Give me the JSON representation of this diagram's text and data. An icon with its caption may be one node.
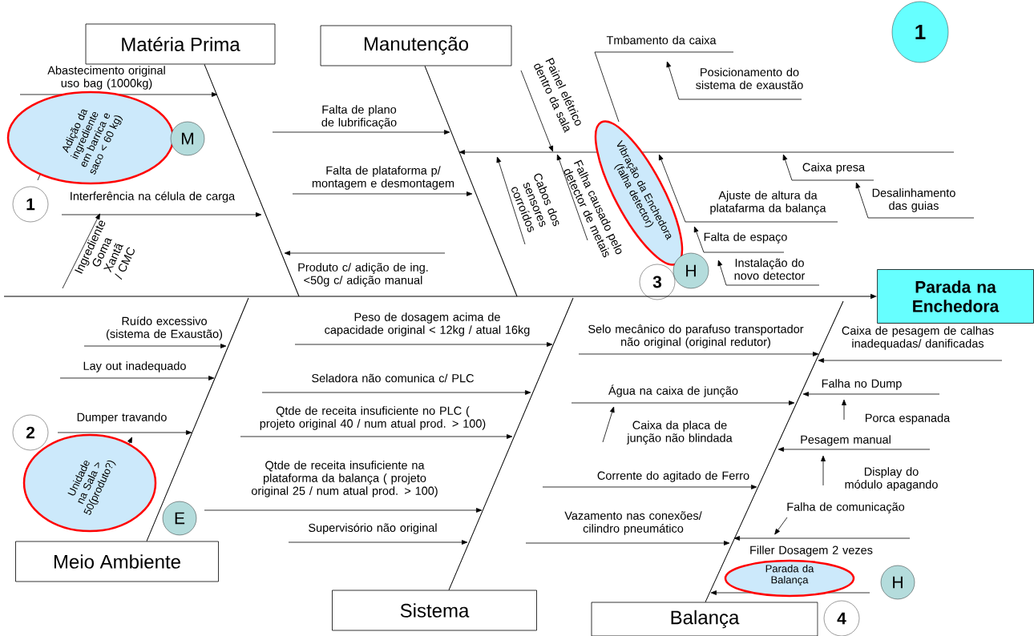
{
  "diagram": {
    "nodes": [
      {
        "text": [
          "Matéria Prima"
        ]
      },
      {
        "text": [
          "Manutenção"
        ]
      },
      {
        "text": [
          "1"
        ]
      },
      {
        "text": [
          "Adição da ingrediente em barrica e saco < 60 kg)"
        ]
      },
      {
        "text": [
          "M"
        ]
      },
      {
        "text": [
          "1"
        ]
      },
      {
        "text": [
          "Vibração da Enchedora (falha detector)"
        ]
      },
      {
        "text": [
          "3"
        ]
      },
      {
        "text": [
          "H"
        ]
      },
      {
        "text": [
          "Parada na Enchedora"
        ]
      },
      {
        "text": [
          "2"
        ]
      },
      {
        "text": [
          "Unidade na Sala > 50(produto?)"
        ]
      },
      {
        "text": [
          "E"
        ]
      },
      {
        "text": [
          "Meio Ambiente"
        ]
      },
      {
        "text": [
          "Parada da Balança"
        ]
      },
      {
        "text": [
          "H"
        ]
      },
      {
        "text": [
          "Sistema"
        ]
      },
      {
        "text": [
          "Balança"
        ]
      },
      {
        "text": [
          "4"
        ]
      }
    ],
    "edges": [
      {
        "from": null,
        "to": 9,
        "arrow": "to"
      },
      {
        "from": 0,
        "to": null,
        "arrow": "none"
      },
      {
        "from": 1,
        "to": null,
        "arrow": "none"
      },
      {
        "from": 13,
        "to": null,
        "arrow": "none"
      },
      {
        "from": 16,
        "to": null,
        "arrow": "none"
      },
      {
        "from": 17,
        "to": null,
        "arrow": "none"
      }
    ],
    "labels": [
      "Abastecimento original uso bag (1000kg)",
      "Interferência na célula de carga",
      "Produto c/ adição de ing. <50g c/ adição manual",
      "Ingrediente Goma Xantã / CMC",
      "Falta de plano de lubrificação",
      "Falta de plataforma p/ montagem e desmontagem",
      "Painel elétrico dentro da sala",
      "Cabos dos sensores corroídos",
      "Falha causado pelo detector de metais",
      "Tmbamento da caixa",
      "Posicionamento do sistema de exaustão",
      "Caixa presa",
      "Desalinhamento das guias",
      "Ajuste de altura da platafarma da balança",
      "Falta de espaço",
      "Instalação do novo detector",
      "Ruído excessivo (sistema de Exaustão)",
      "Lay out inadequado",
      "Dumper travando",
      "Peso de dosagem acima de capacidade original < 12kg / atual 16kg",
      "Seladora não comunica c/ PLC",
      "Qtde de receita insuficiente no PLC ( projeto original 40 / num atual prod. > 100)",
      "Qtde de receita insuficiente na plataforma da balança ( projeto original 25 / num atual prod. > 100)",
      "Supervisório não original",
      "Selo mecânico do parafuso transportador não original (original redutor)",
      "Caixa de pesagem de calhas inadequadas/ danificadas",
      "Água na caixa de junção",
      "Caixa da placa de junção não blindada",
      "Falha no Dump",
      "Porca espanada",
      "Pesagem manual",
      "Display do módulo apagando",
      "Corrente do agitado de Ferro",
      "Falha de comunicação",
      "Vazamento nas conexões/ cilindro pneumático",
      "Filler Dosagem 2 vezes"
    ]
  }
}
